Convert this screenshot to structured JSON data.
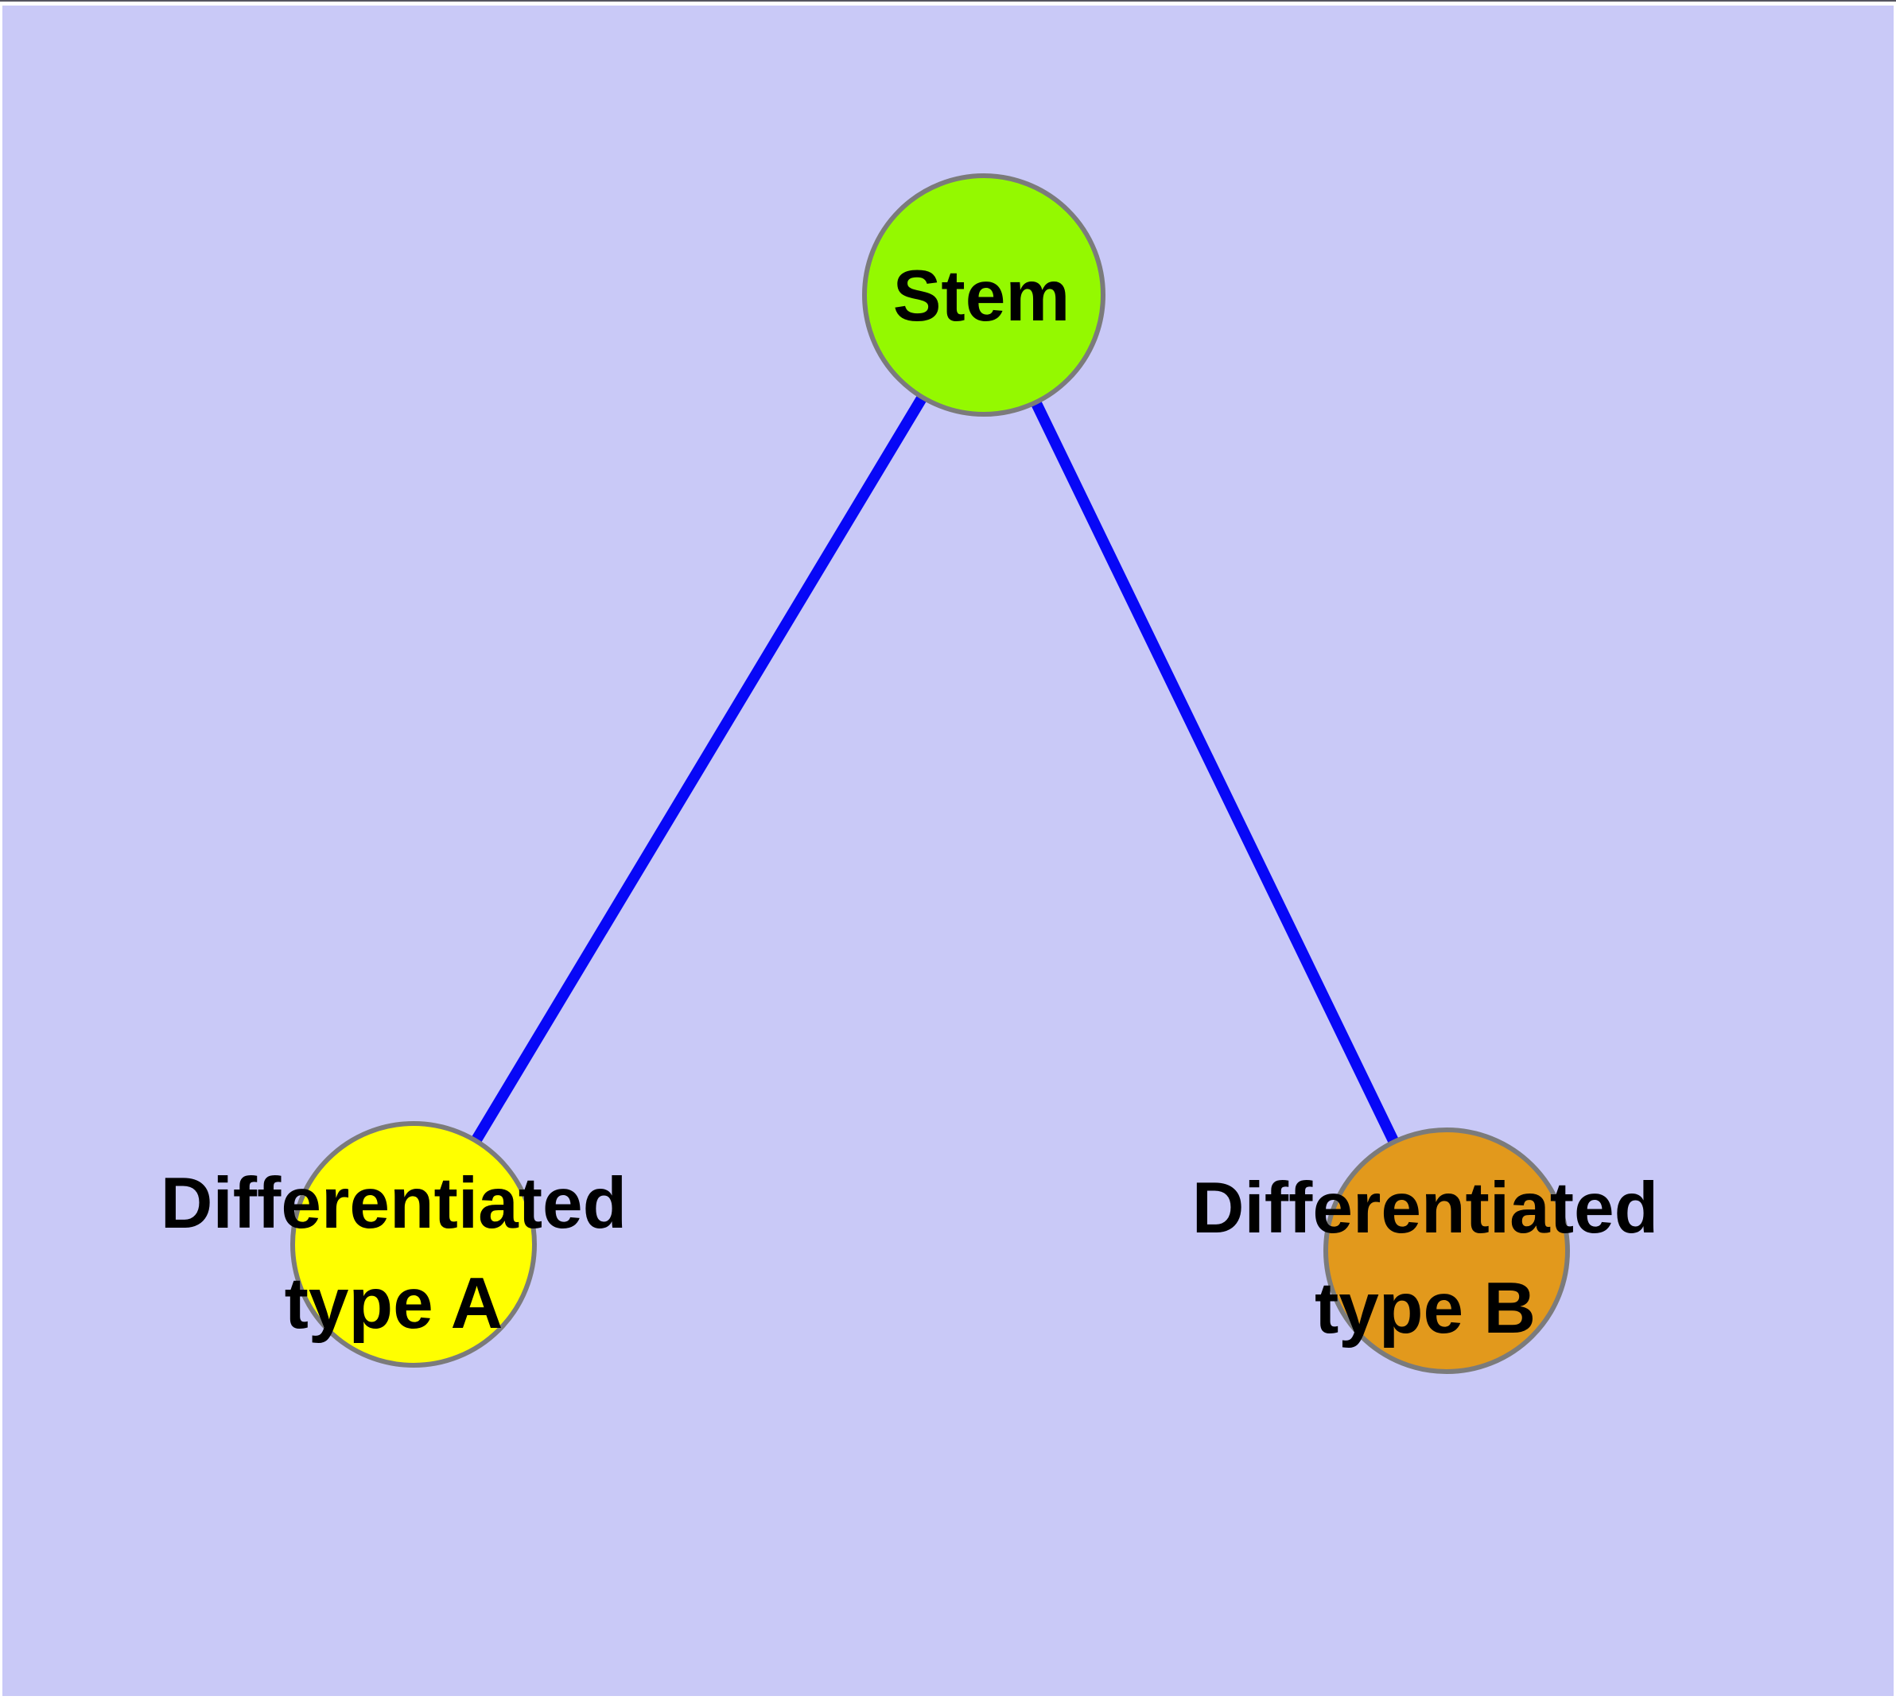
{
  "diagram": {
    "background_color": "#C9C9F7",
    "edge_color": "#0707F7",
    "node_border_color": "#7B7B7B",
    "text_color": "#000000",
    "nodes": [
      {
        "id": "stem",
        "label_lines": [
          "Stem"
        ],
        "color": "#94F900"
      },
      {
        "id": "differentiated-type-a",
        "label_lines": [
          "Differentiated",
          "type A"
        ],
        "color": "#FFFF00"
      },
      {
        "id": "differentiated-type-b",
        "label_lines": [
          "Differentiated",
          "type B"
        ],
        "color": "#E2991C"
      }
    ],
    "edges": [
      {
        "from": "Stem",
        "to": "Differentiated type A"
      },
      {
        "from": "Stem",
        "to": "Differentiated type B"
      }
    ]
  }
}
